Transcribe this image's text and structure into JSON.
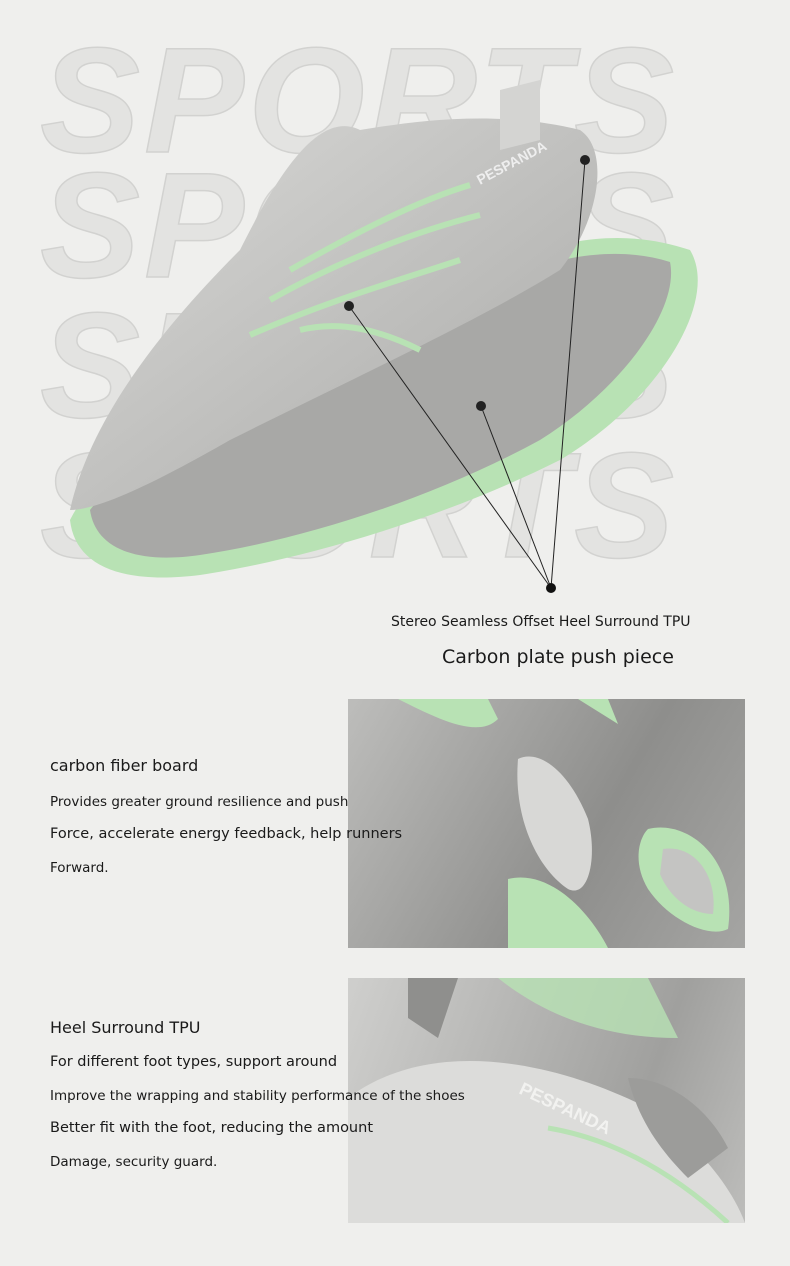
{
  "watermark": {
    "text": "SPORTS"
  },
  "hero": {
    "brand_on_shoe": "PESPANDA",
    "callout_1": "Stereo Seamless Offset Heel Surround TPU",
    "callout_2": "Carbon plate push piece"
  },
  "section_carbon": {
    "title": "carbon fiber board",
    "lines": [
      "Provides greater ground resilience and push",
      "Force, accelerate energy feedback, help runners",
      "Forward."
    ]
  },
  "section_heel": {
    "title": "Heel Surround TPU",
    "lines": [
      "For different foot types, support around",
      "Improve the wrapping and stability performance of the shoes",
      "Better fit with the foot, reducing the amount",
      "Damage, security guard."
    ]
  },
  "colors": {
    "background": "#efefed",
    "accent_green": "#b8e2b4",
    "shoe_gray": "#b5b5b3"
  }
}
